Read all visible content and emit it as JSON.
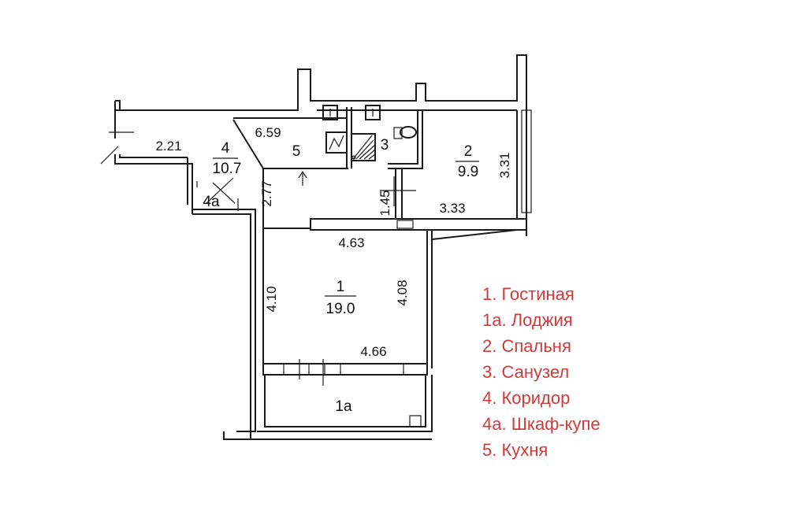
{
  "colors": {
    "legend": "#d23a3a",
    "lines": "#1a1a1a",
    "background": "#ffffff"
  },
  "rooms": {
    "living": {
      "number": "1",
      "area": "19.0"
    },
    "loggia": {
      "number": "1а"
    },
    "bedroom": {
      "number": "2",
      "area": "9.9"
    },
    "bathroom": {
      "number": "3"
    },
    "corridor": {
      "number": "4",
      "area": "10.7"
    },
    "wardrobe": {
      "number": "4а"
    },
    "kitchen": {
      "number": "5",
      "area": "6.59"
    }
  },
  "dimensions": {
    "corridor_width": "2.21",
    "kitchen_side": "2.77",
    "bathroom_depth": "1.45",
    "bedroom_width": "3.33",
    "bedroom_depth": "3.31",
    "living_top": "4.63",
    "living_left": "4.10",
    "living_right": "4.08",
    "living_bottom": "4.66"
  },
  "legend": [
    "1. Гостиная",
    "1а. Лоджия",
    "2. Спальня",
    "3. Санузел",
    "4. Коридор",
    "4а. Шкаф-купе",
    "5. Кухня"
  ],
  "icons": [
    "stove-icon",
    "shower-icon",
    "toilet-icon",
    "sink-icon",
    "door-arrow-icon"
  ]
}
